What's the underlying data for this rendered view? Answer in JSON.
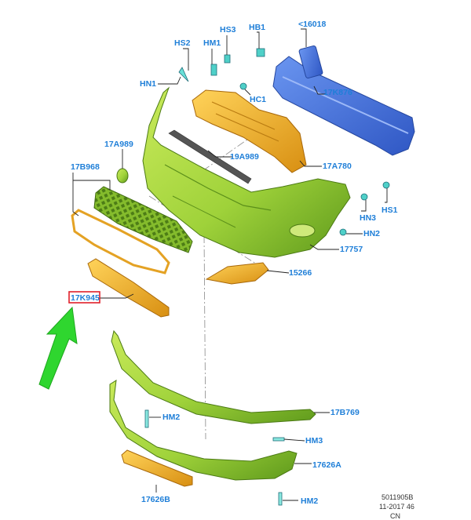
{
  "colors": {
    "label": "#1f7fd8",
    "green_part": "#9fd23a",
    "orange_part": "#f3b52a",
    "blue_part": "#3f73e0",
    "leader": "#222222",
    "highlight": "#e0202a",
    "arrow": "#2fd62f"
  },
  "labels": {
    "hs2": "HS2",
    "hm1": "HM1",
    "hs3": "HS3",
    "hb1": "HB1",
    "p16018": "<16018",
    "hn1": "HN1",
    "hc1": "HC1",
    "p17k876": "17K876",
    "p17a989": "17A989",
    "p19a989": "19A989",
    "p17a780": "17A780",
    "p17b968": "17B968",
    "hn3": "HN3",
    "hs1": "HS1",
    "hn2": "HN2",
    "p17757": "17757",
    "p15266": "15266",
    "p17k945": "17K945",
    "p17b769": "17B769",
    "hm2_top": "HM2",
    "hm3": "HM3",
    "p17626a": "17626A",
    "p17626b": "17626B",
    "hm2_bottom": "HM2"
  },
  "reference": {
    "line1": "5011905B",
    "line2": "11-2017 46",
    "line3": "CN"
  },
  "icons": {
    "callout_arrow": "green-arrow-icon"
  }
}
